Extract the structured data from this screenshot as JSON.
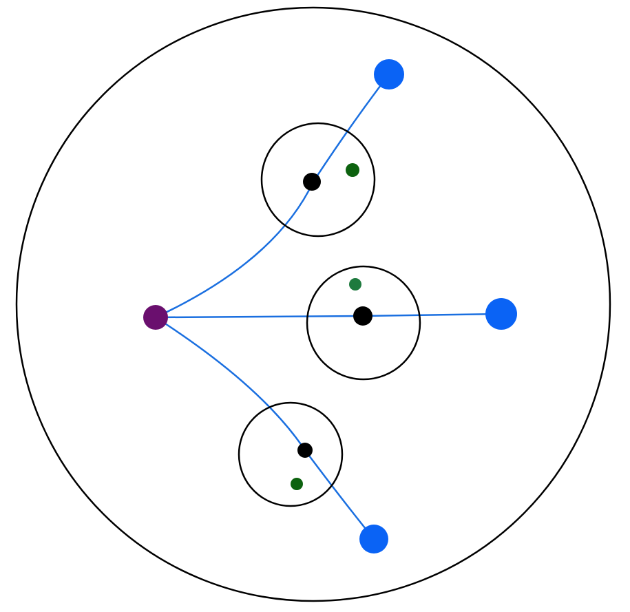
{
  "colors": {
    "background": "#ffffff",
    "outline": "#000000",
    "path": "#1a6fe0",
    "source_node": "#6a0f6e",
    "target_node": "#0a63f5",
    "center_dot": "#000000",
    "marker_dot_dark": "#0d620f",
    "marker_dot_light": "#1e7a3e"
  },
  "diagram": {
    "outer_circle": {
      "name": "outer-boundary-circle"
    },
    "source": {
      "name": "source-node"
    },
    "branches": [
      {
        "id": "upper",
        "target": "target-node-upper",
        "region": "region-circle-upper",
        "marker": "dark"
      },
      {
        "id": "middle",
        "target": "target-node-middle",
        "region": "region-circle-middle",
        "marker": "light"
      },
      {
        "id": "lower",
        "target": "target-node-lower",
        "region": "region-circle-lower",
        "marker": "dark"
      }
    ]
  }
}
